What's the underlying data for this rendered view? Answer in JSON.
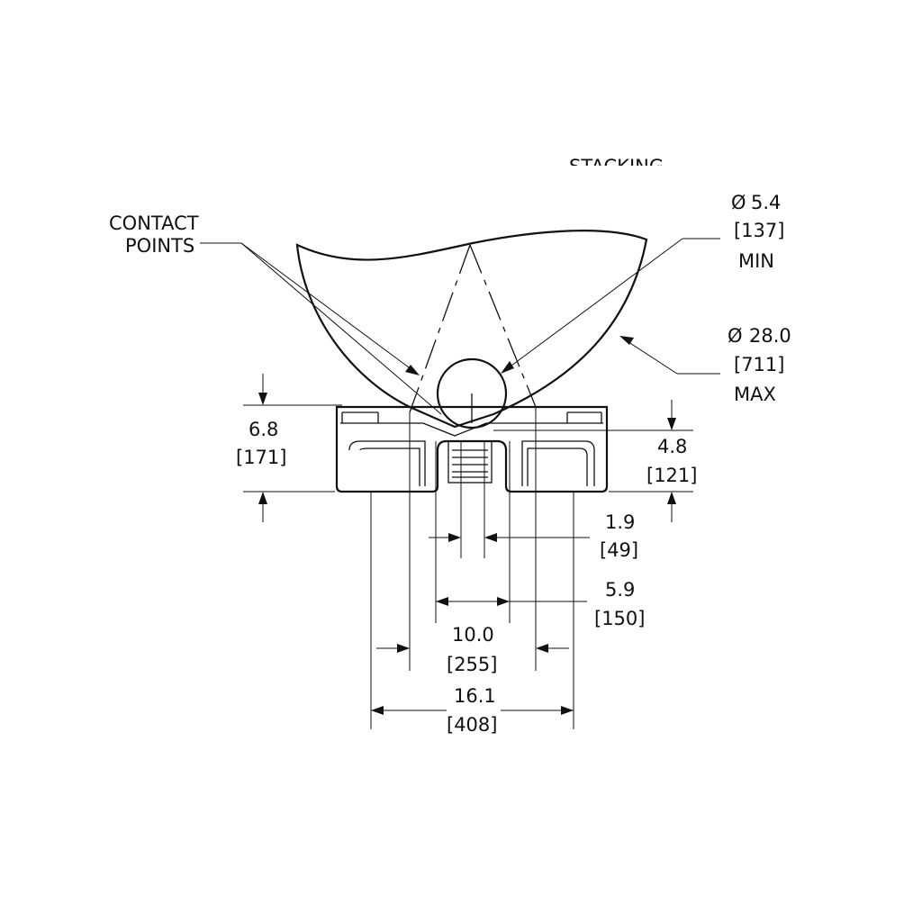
{
  "callouts": {
    "contact_points_line1": "CONTACT",
    "contact_points_line2": "POINTS",
    "partial_label": "STACKING"
  },
  "dimensions": {
    "ball_dia": {
      "symbol": "Ø",
      "inch": "5.4",
      "mm": "[137]",
      "note": "MIN"
    },
    "tank_dia": {
      "symbol": "Ø",
      "inch": "28.0",
      "mm": "[711]",
      "note": "MAX"
    },
    "overall_height": {
      "inch": "6.8",
      "mm": "[171]"
    },
    "base_height": {
      "inch": "4.8",
      "mm": "[121]"
    },
    "center_slot": {
      "inch": "1.9",
      "mm": "[49]"
    },
    "inner_span": {
      "inch": "5.9",
      "mm": "[150]"
    },
    "contact_span": {
      "inch": "10.0",
      "mm": "[255]"
    },
    "overall_width": {
      "inch": "16.1",
      "mm": "[408]"
    }
  }
}
